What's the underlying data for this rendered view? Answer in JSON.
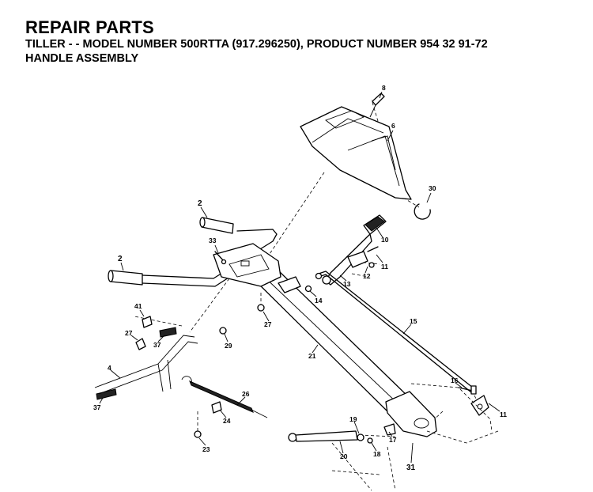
{
  "header": {
    "title": "REPAIR PARTS",
    "subtitle": "TILLER - - MODEL NUMBER 500RTTA (917.296250), PRODUCT NUMBER 954 32 91-72",
    "section": "HANDLE ASSEMBLY"
  },
  "callouts": [
    {
      "id": "c8",
      "text": "8"
    },
    {
      "id": "c6",
      "text": "6"
    },
    {
      "id": "c30",
      "text": "30"
    },
    {
      "id": "c2a",
      "text": "2"
    },
    {
      "id": "c10",
      "text": "10"
    },
    {
      "id": "c33",
      "text": "33"
    },
    {
      "id": "c2b",
      "text": "2"
    },
    {
      "id": "c11a",
      "text": "11"
    },
    {
      "id": "c12",
      "text": "12"
    },
    {
      "id": "c13",
      "text": "13"
    },
    {
      "id": "c14",
      "text": "14"
    },
    {
      "id": "c41",
      "text": "41"
    },
    {
      "id": "c15",
      "text": "15"
    },
    {
      "id": "c27a",
      "text": "27"
    },
    {
      "id": "c27b",
      "text": "27"
    },
    {
      "id": "c37a",
      "text": "37"
    },
    {
      "id": "c29",
      "text": "29"
    },
    {
      "id": "c21",
      "text": "21"
    },
    {
      "id": "c4",
      "text": "4"
    },
    {
      "id": "c16",
      "text": "16"
    },
    {
      "id": "c26",
      "text": "26"
    },
    {
      "id": "c37b",
      "text": "37"
    },
    {
      "id": "c11b",
      "text": "11"
    },
    {
      "id": "c24",
      "text": "24"
    },
    {
      "id": "c19",
      "text": "19"
    },
    {
      "id": "c17",
      "text": "17"
    },
    {
      "id": "c23",
      "text": "23"
    },
    {
      "id": "c20",
      "text": "20"
    },
    {
      "id": "c18",
      "text": "18"
    },
    {
      "id": "c31",
      "text": "31"
    }
  ]
}
